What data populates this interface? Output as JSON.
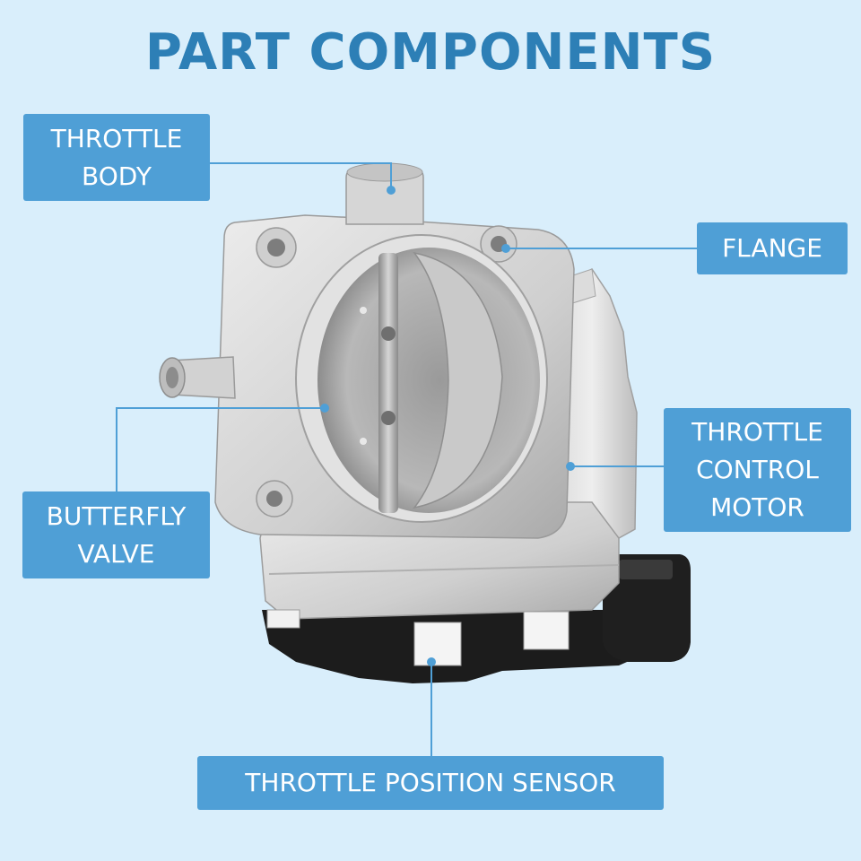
{
  "title": "PART COMPONENTS",
  "labels": {
    "throttle_body": [
      "THROTTLE",
      "BODY"
    ],
    "flange": [
      "FLANGE"
    ],
    "throttle_control_motor": [
      "THROTTLE",
      "CONTROL",
      "MOTOR"
    ],
    "butterfly_valve": [
      "BUTTERFLY",
      "VALVE"
    ],
    "throttle_position_sensor": [
      "THROTTLE POSITION SENSOR"
    ]
  },
  "colors": {
    "background": "#d9eefb",
    "title": "#2d7fb6",
    "label_fill": "#4f9fd6",
    "leader_line": "#4f9fd6",
    "metal_light": "#e4e4e4",
    "metal_mid": "#c6c6c6",
    "metal_dark": "#8e8e8e",
    "connector": "#1c1c1c"
  }
}
